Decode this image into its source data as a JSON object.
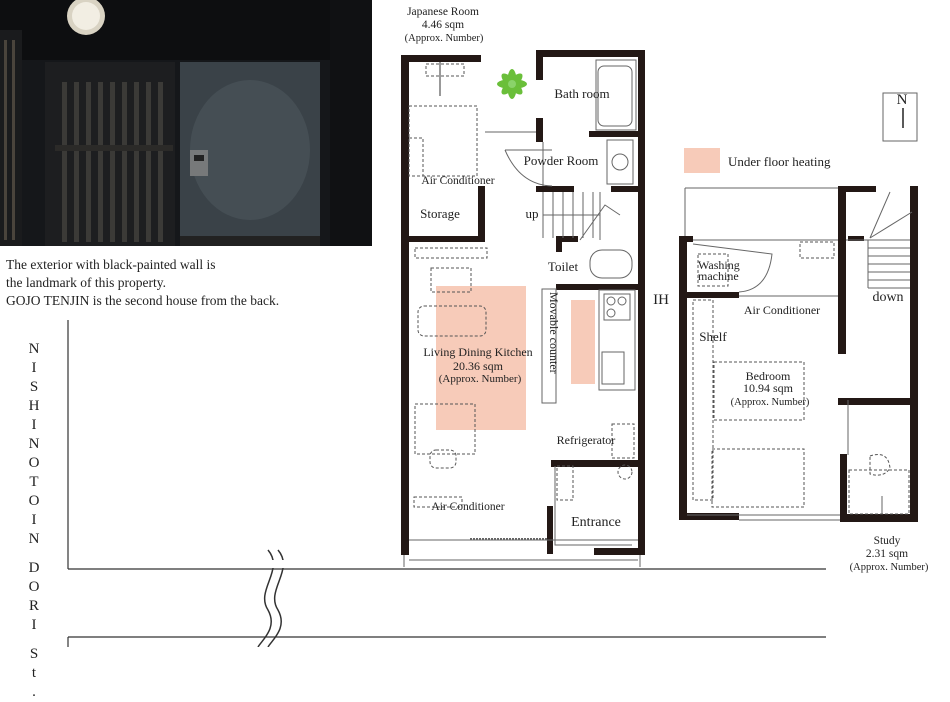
{
  "caption": {
    "line1": "The exterior with black-painted wall is",
    "line2": "the landmark of this property.",
    "line3": "GOJO TENJIN is the second house from the back."
  },
  "street_name": "NISHINOTOIN DORI St.",
  "compass": "N",
  "legend": {
    "label": "Under floor heating",
    "color": "#f7cbb9"
  },
  "rooms": {
    "japanese_room": {
      "name": "Japanese Room",
      "area": "4.46 sqm",
      "note": "(Approx. Number)"
    },
    "bath_room": "Bath room",
    "powder_room": "Powder Room",
    "air_conditioner_1": "Air Conditioner",
    "storage": "Storage",
    "up": "up",
    "toilet": "Toilet",
    "ih": "IH",
    "movable_counter": "Movable counter",
    "ldk": {
      "name": "Living Dining Kitchen",
      "area": "20.36 sqm",
      "note": "(Approx. Number)"
    },
    "refrigerator": "Refrigerator",
    "air_conditioner_2": "Air Conditioner",
    "entrance": "Entrance",
    "washing_machine": {
      "line1": "Washing",
      "line2": "machine"
    },
    "air_conditioner_3": "Air Conditioner",
    "shelf": "Shelf",
    "bedroom": {
      "name": "Bedroom",
      "area": "10.94 sqm",
      "note": "(Approx. Number)"
    },
    "down": "down",
    "study": {
      "name": "Study",
      "area": "2.31 sqm",
      "note": "(Approx. Number)"
    }
  },
  "colors": {
    "wall": "#231815",
    "heating": "#f7cbb9",
    "plant": "#6abf3a"
  }
}
